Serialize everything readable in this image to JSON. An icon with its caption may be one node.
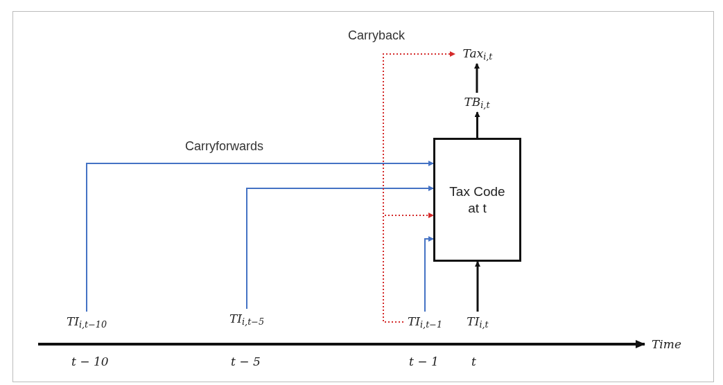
{
  "diagram": {
    "nodes": [
      {
        "text": [
          "Tax$_{i,t}$"
        ]
      },
      {
        "text": [
          "TB$_{i,t}$"
        ]
      },
      {
        "text": [
          "Tax Code at t"
        ]
      },
      {
        "text": [
          "TI$_{i,t−10}$"
        ]
      },
      {
        "text": [
          "TI$_{i,t−5}$"
        ]
      },
      {
        "text": [
          "TI$_{i,t−1}$"
        ]
      },
      {
        "text": [
          "TI$_{i,t}$"
        ]
      }
    ],
    "edges": [
      {
        "from": 2,
        "to": 1,
        "arrow": "to"
      },
      {
        "from": 1,
        "to": 0,
        "arrow": "to"
      },
      {
        "from": 6,
        "to": 2,
        "arrow": "to"
      },
      {
        "from": 3,
        "to": 2,
        "arrow": "to",
        "label": "Carryforwards",
        "color": "#4472c4"
      },
      {
        "from": 4,
        "to": 2,
        "arrow": "to",
        "color": "#4472c4"
      },
      {
        "from": 5,
        "to": 2,
        "arrow": "to",
        "color": "#4472c4"
      },
      {
        "from": 5,
        "to": 0,
        "arrow": "to",
        "label": "Carryback",
        "style": "dashed",
        "color": "#d42a2a"
      },
      {
        "from": 5,
        "to": 2,
        "arrow": "to",
        "style": "dashed",
        "color": "#d42a2a"
      }
    ],
    "labels": [
      "Time",
      "t − 10",
      "t − 5",
      "t − 1",
      "t"
    ]
  }
}
